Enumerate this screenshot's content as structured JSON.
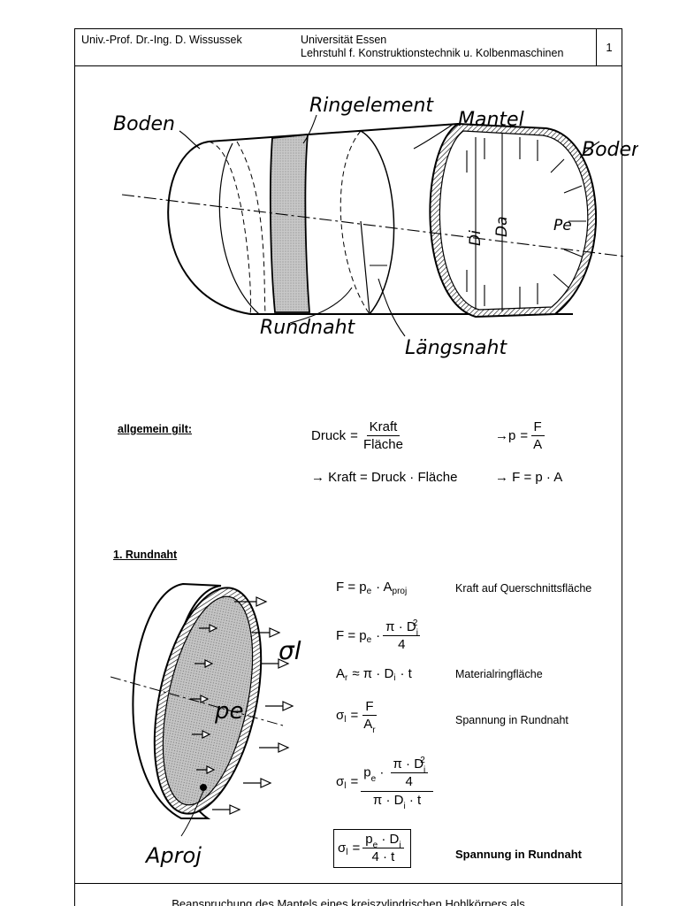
{
  "header": {
    "author": "Univ.-Prof. Dr.-Ing. D. Wissussek",
    "university": "Universität  Essen",
    "chair": "Lehrstuhl f. Konstruktionstechnik u. Kolbenmaschinen",
    "page_number": "1"
  },
  "figure_top": {
    "boden_left": "Boden",
    "ringelement": "Ringelement",
    "mantel": "Mantel",
    "boden_right": "Boden",
    "di": "Di",
    "da": "Da",
    "pe": "Pe",
    "rundnaht": "Rundnaht",
    "laengsnaht": "Längsnaht"
  },
  "general": {
    "label": "allgemein gilt:",
    "druck": "Druck",
    "kraft": "Kraft",
    "flaeche": "Fläche",
    "arrow_p": "→p",
    "F": "F",
    "A": "A",
    "line2_left": "→ Kraft  = Druck · Fläche",
    "line2_right": "→ F = p · A"
  },
  "section1": {
    "label": "1. Rundnaht",
    "figure": {
      "sigma": "σl",
      "pe": "pe",
      "aproj": "Aproj"
    },
    "eq1_desc": "Kraft auf Querschnittsfläche",
    "eq3_desc": "Materialringfläche",
    "eq4_desc": "Spannung in Rundnaht",
    "eq6_desc": "Spannung in Rundnaht"
  },
  "footer": {
    "text": "Beanspruchung des Mantels eines kreiszylindrischen Hohlkörpers als"
  }
}
